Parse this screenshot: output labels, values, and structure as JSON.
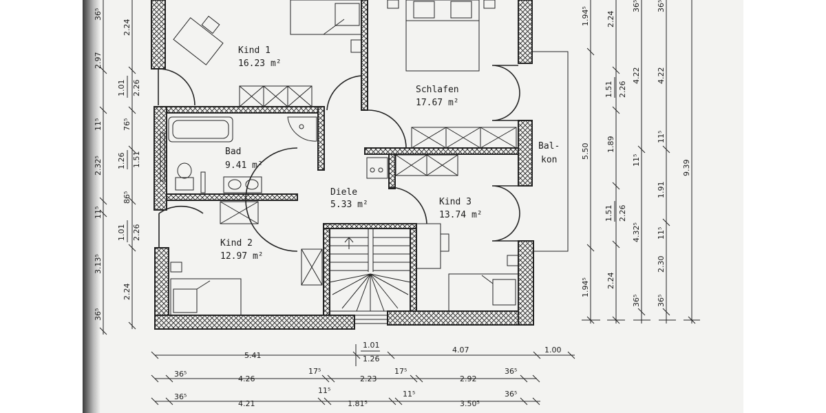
{
  "rooms": [
    {
      "name": "Kind 1",
      "area": "16.23 m²"
    },
    {
      "name": "Schlafen",
      "area": "17.67 m²"
    },
    {
      "name": "Bad",
      "area": "9.41 m²"
    },
    {
      "name": "Diele",
      "area": "5.33 m²"
    },
    {
      "name": "Kind 3",
      "area": "13.74 m²"
    },
    {
      "name": "Kind 2",
      "area": "12.97 m²"
    }
  ],
  "balkon": {
    "line1": "Bal-",
    "line2": "kon"
  },
  "dims_bottom": {
    "row1": [
      "5.41",
      "1.01",
      "1.26",
      "4.07",
      "1.00"
    ],
    "row2": [
      "36⁵",
      "4.26",
      "17⁵",
      "2.23",
      "17⁵",
      "2.92",
      "36⁵"
    ],
    "row3": [
      "36⁵",
      "4.21",
      "11⁵",
      "1.81⁵",
      "11⁵",
      "3.50⁵",
      "36⁵"
    ]
  },
  "dims_left": {
    "outer": [
      "36⁵",
      "2.97",
      "11⁵",
      "2.32⁵",
      "11⁵",
      "3.13⁵",
      "36⁵"
    ],
    "inner": [
      "2.24",
      "1.01",
      "2.26",
      "76⁵",
      "1.26",
      "1.51",
      "86⁵",
      "1.01",
      "2.26",
      "2.24"
    ]
  },
  "dims_right": {
    "c1": [
      "1.94⁵",
      "5.50",
      "1.94⁵"
    ],
    "c2": [
      "2.24",
      "1.51",
      "2.26",
      "1.89",
      "1.51",
      "2.26",
      "2.24"
    ],
    "c3": [
      "36⁵",
      "4.22",
      "11⁵",
      "4.32⁵",
      "36⁵"
    ],
    "c4": [
      "36⁵",
      "4.22",
      "11⁵",
      "1.91",
      "11⁵",
      "2.30",
      "36⁵"
    ],
    "c5": [
      "9.39"
    ]
  }
}
